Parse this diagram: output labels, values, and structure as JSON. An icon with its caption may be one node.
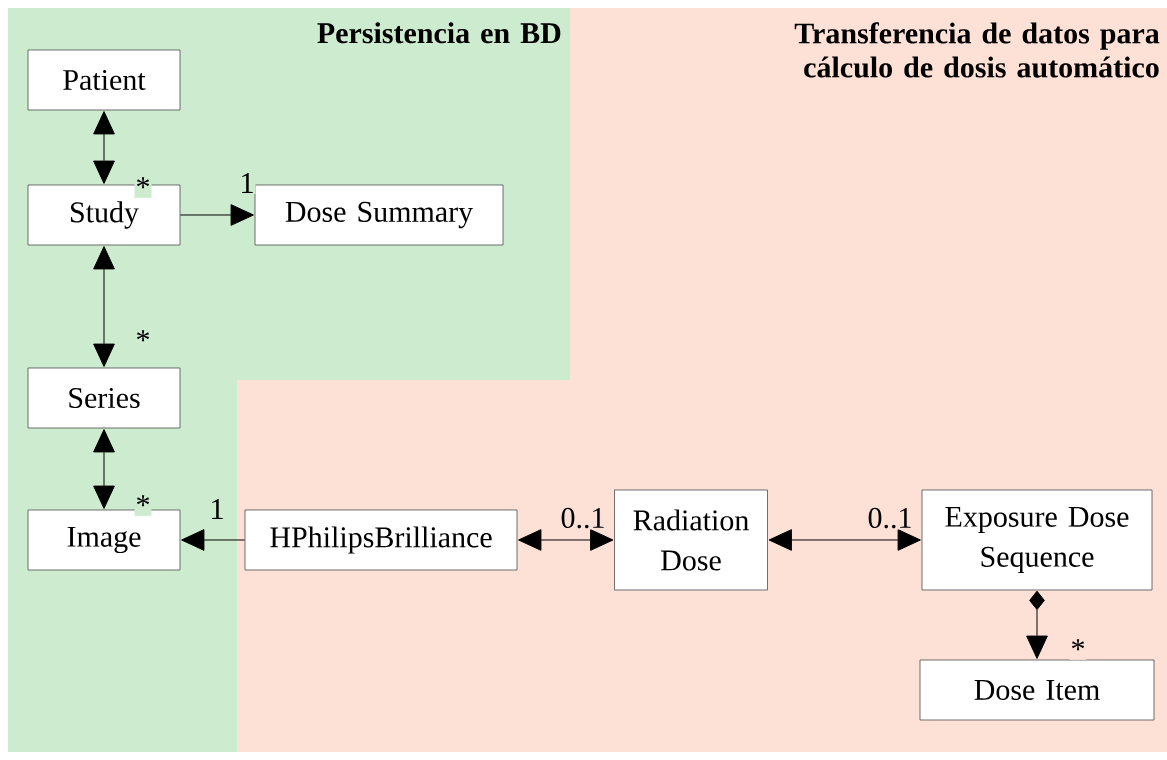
{
  "diagram": {
    "nodes": [
      {
        "text": [
          "Persistencia en BD"
        ]
      },
      {
        "text": [
          "Patient"
        ],
        "in": 0
      },
      {
        "text": [
          "Study"
        ],
        "in": 0
      },
      {
        "text": [
          "Dose Summary"
        ],
        "in": 0
      },
      {
        "text": [
          "Series"
        ],
        "in": 0
      },
      {
        "text": [
          "Image"
        ],
        "in": 0
      },
      {
        "text": [
          "Transferencia de datos para cálculo de dosis automático"
        ]
      },
      {
        "text": [
          "HPhilipsBrilliance"
        ],
        "in": 6
      },
      {
        "text": [
          "Radiation Dose"
        ],
        "in": 6
      },
      {
        "text": [
          "Exposure Dose Sequence"
        ],
        "in": 6
      },
      {
        "text": [
          "Dose Item"
        ],
        "in": 6
      }
    ],
    "edges": [
      {
        "from": 1,
        "to": 2,
        "arrow": "both",
        "label": "*"
      },
      {
        "from": 2,
        "to": 3,
        "arrow": "to",
        "label": "1"
      },
      {
        "from": 2,
        "to": 4,
        "arrow": "both",
        "label": "*"
      },
      {
        "from": 4,
        "to": 5,
        "arrow": "both",
        "label": "*"
      },
      {
        "from": 7,
        "to": 5,
        "arrow": "to",
        "label": "1"
      },
      {
        "from": 7,
        "to": 8,
        "arrow": "both",
        "label": "0..1"
      },
      {
        "from": 8,
        "to": 9,
        "arrow": "both",
        "label": "0..1"
      },
      {
        "from": 9,
        "to": 10,
        "arrow": "to",
        "label": "*"
      }
    ]
  }
}
